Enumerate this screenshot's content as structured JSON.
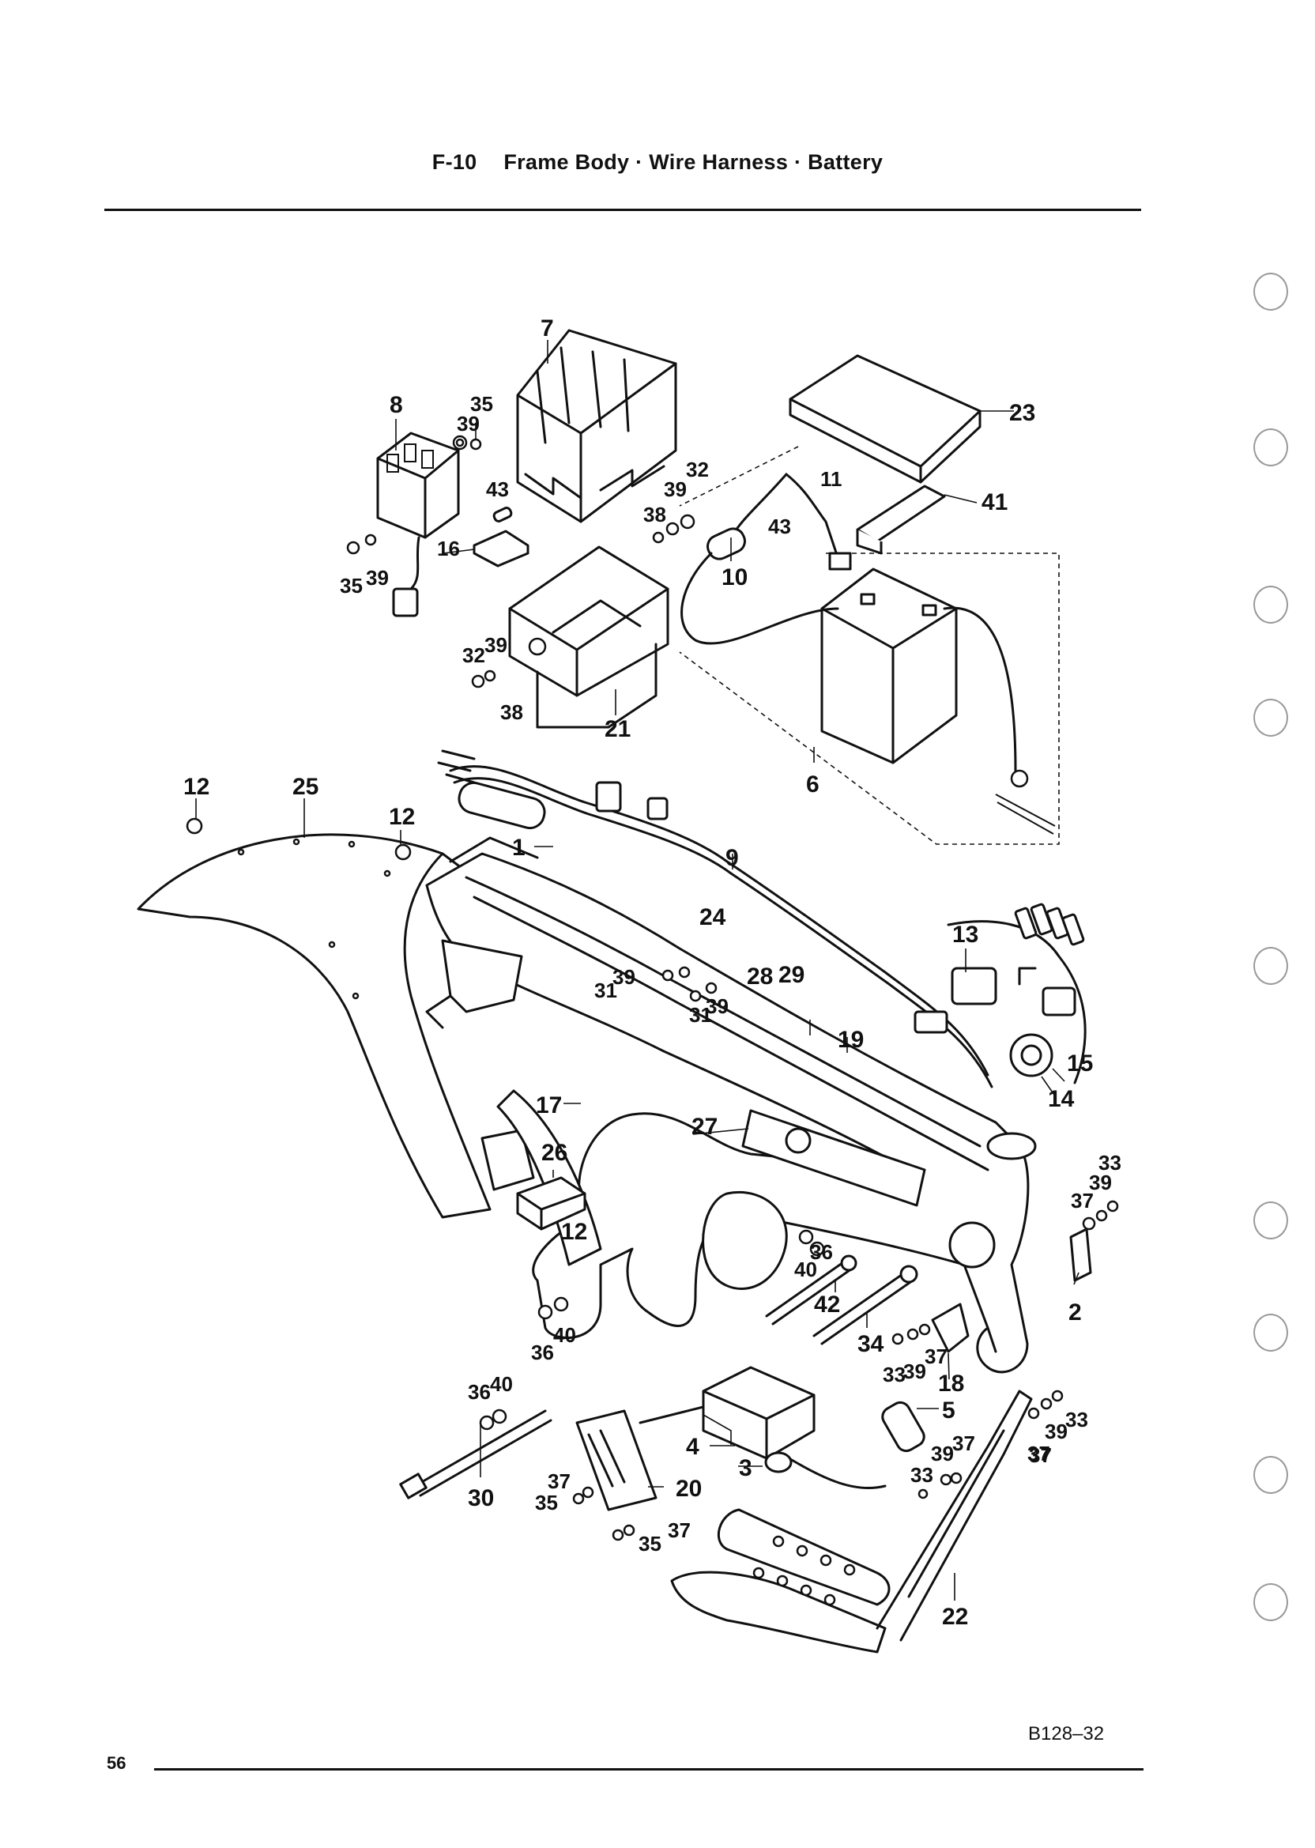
{
  "header": {
    "code": "F-10",
    "title": "Frame Body · Wire Harness · Battery"
  },
  "footer": {
    "page_number": "56",
    "drawing_id": "B128–32"
  },
  "callouts": {
    "c1": "1",
    "c2": "2",
    "c3": "3",
    "c4": "4",
    "c5": "5",
    "c6": "6",
    "c7": "7",
    "c8": "8",
    "c9": "9",
    "c10": "10",
    "c11": "11",
    "c12a": "12",
    "c12b": "12",
    "c12c": "12",
    "c13": "13",
    "c14": "14",
    "c15": "15",
    "c16": "16",
    "c17": "17",
    "c18": "18",
    "c19": "19",
    "c20": "20",
    "c21": "21",
    "c22": "22",
    "c23": "23",
    "c24": "24",
    "c25": "25",
    "c26": "26",
    "c27": "27",
    "c28": "28",
    "c29": "29",
    "c30": "30",
    "c31a": "31",
    "c31b": "31",
    "c32a": "32",
    "c32b": "32",
    "c33a": "33",
    "c33b": "33",
    "c33c": "33",
    "c33d": "33",
    "c34": "34",
    "c35a": "35",
    "c35b": "35",
    "c35c": "35",
    "c35d": "35",
    "c36a": "36",
    "c36b": "36",
    "c36c": "36",
    "c37a": "37",
    "c37b": "37",
    "c37c": "37",
    "c37d": "37",
    "c37e": "37",
    "c37f": "37",
    "c37g": "37",
    "c38a": "38",
    "c38b": "38",
    "c39a": "39",
    "c39b": "39",
    "c39c": "39",
    "c39d": "39",
    "c39e": "39",
    "c39f": "39",
    "c39g": "39",
    "c39h": "39",
    "c39i": "39",
    "c39j": "39",
    "c40a": "40",
    "c40b": "40",
    "c40c": "40",
    "c41": "41",
    "c42": "42",
    "c43a": "43",
    "c43b": "43"
  }
}
